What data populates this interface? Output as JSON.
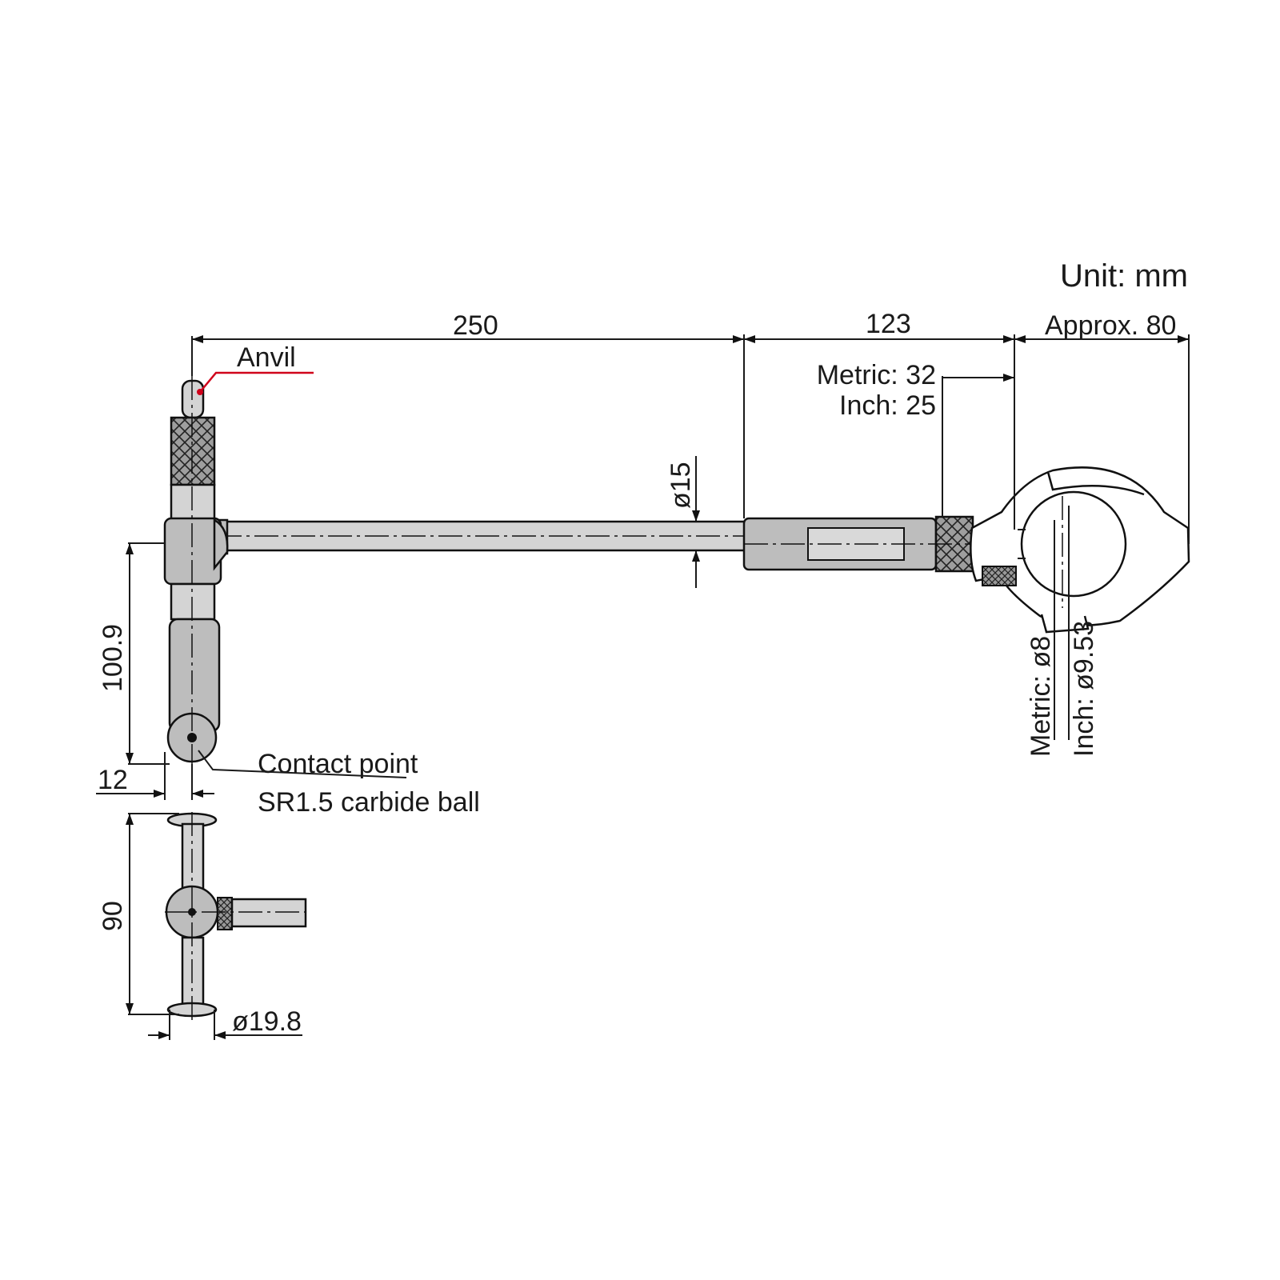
{
  "unit_label": "Unit: mm",
  "anvil_label": "Anvil",
  "dims": {
    "overall_rod": "250",
    "head_length": "123",
    "head_tail": "Approx. 80",
    "metric_offset": "Metric: 32",
    "inch_offset": "Inch: 25",
    "rod_diameter": "ø15",
    "height_main": "100.9",
    "height_offset": "12",
    "contact_line1": "Contact point",
    "contact_line2": "SR1.5 carbide ball",
    "bottom_height": "90",
    "bottom_diameter": "ø19.8",
    "stem_metric": "Metric: ø8",
    "stem_inch": "Inch: ø9.53"
  },
  "colors": {
    "anvil_leader": "#d0021b",
    "line": "#111111",
    "part_fill": "#bdbdbd"
  }
}
